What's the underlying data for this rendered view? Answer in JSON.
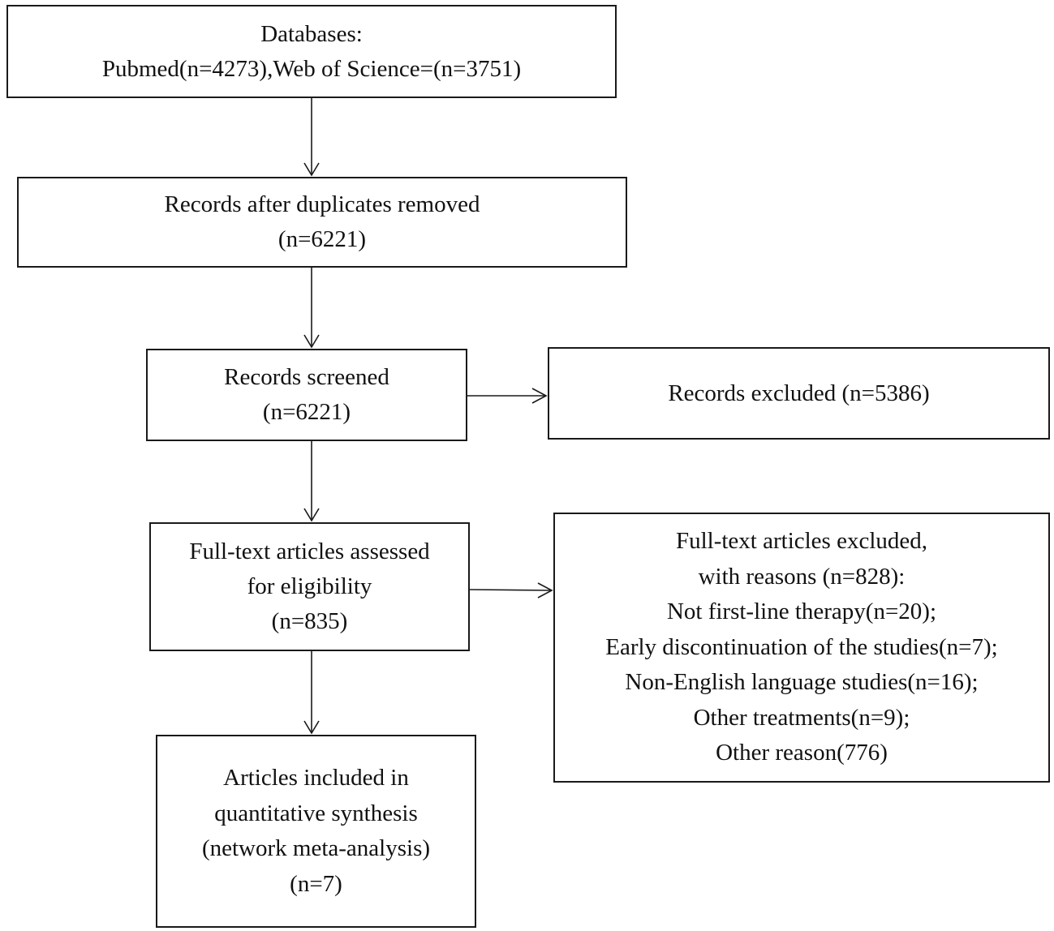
{
  "nodes": {
    "databases": {
      "lines": [
        "Databases:",
        "Pubmed(n=4273),Web of Science=(n=3751)"
      ]
    },
    "dedup": {
      "lines": [
        "Records after duplicates removed",
        "(n=6221)"
      ]
    },
    "screened": {
      "lines": [
        "Records screened",
        "(n=6221)"
      ]
    },
    "excluded": {
      "lines": [
        "Records excluded (n=5386)"
      ]
    },
    "fulltext": {
      "lines": [
        "Full-text articles assessed",
        "for eligibility",
        "(n=835)"
      ]
    },
    "fulltext_excluded": {
      "lines": [
        "Full-text articles excluded,",
        "with reasons (n=828):",
        "Not first-line therapy(n=20);",
        "Early discontinuation of the studies(n=7);",
        "Non-English language studies(n=16);",
        "Other treatments(n=9);",
        "Other reason(776)"
      ]
    },
    "included": {
      "lines": [
        "Articles included in",
        "quantitative synthesis",
        "(network meta-analysis)",
        "(n=7)"
      ]
    }
  },
  "edges": [
    {
      "from": "databases",
      "to": "dedup"
    },
    {
      "from": "dedup",
      "to": "screened"
    },
    {
      "from": "screened",
      "to": "excluded"
    },
    {
      "from": "screened",
      "to": "fulltext"
    },
    {
      "from": "fulltext",
      "to": "fulltext_excluded"
    },
    {
      "from": "fulltext",
      "to": "included"
    }
  ],
  "colors": {
    "stroke": "#1a1a1a",
    "text": "#111111",
    "background": "#ffffff"
  }
}
